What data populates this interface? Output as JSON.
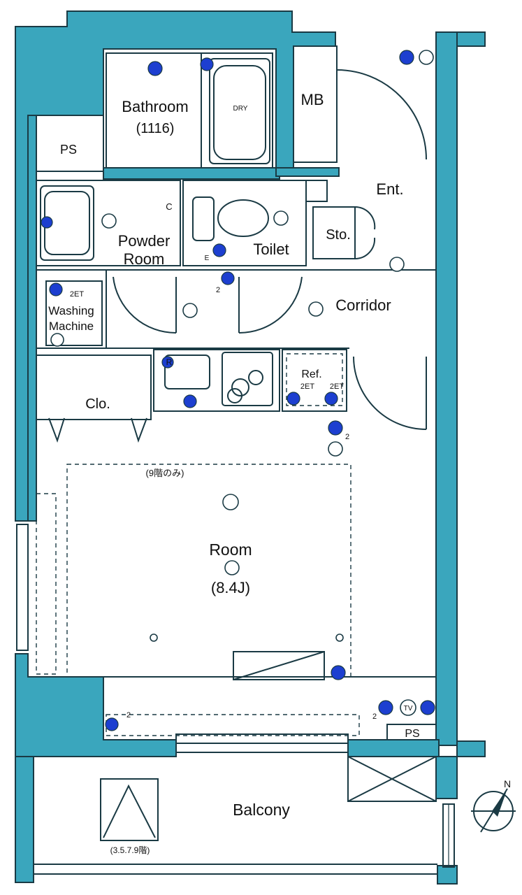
{
  "rooms": {
    "bathroom": "Bathroom",
    "bathroom_size": "(1116)",
    "mb": "MB",
    "ps_top": "PS",
    "entrance": "Ent.",
    "storage": "Sto.",
    "powder": "Powder",
    "powder2": "Room",
    "toilet": "Toilet",
    "washing": "Washing",
    "washing2": "Machine",
    "corridor": "Corridor",
    "closet": "Clo.",
    "refrigerator": "Ref.",
    "room": "Room",
    "room_size": "(8.4J)",
    "floor_note": "(9階のみ)",
    "balcony": "Balcony",
    "balcony_note": "(3.5.7.9階)",
    "ps_bottom": "PS"
  },
  "fixtures": {
    "dry": "DRY",
    "c": "C",
    "r": "R",
    "tv": "TV",
    "et_wash": "2ET",
    "et_ref1": "2ET",
    "et_ref2": "2ET",
    "two_a": "2",
    "two_b": "2",
    "two_c": "2",
    "two_d": "2",
    "e": "E"
  },
  "compass": {
    "north": "N"
  },
  "colors": {
    "wall": "#3aa6bd",
    "line": "#1a3a44",
    "fixture": "#1d3fd0",
    "background": "#ffffff"
  }
}
